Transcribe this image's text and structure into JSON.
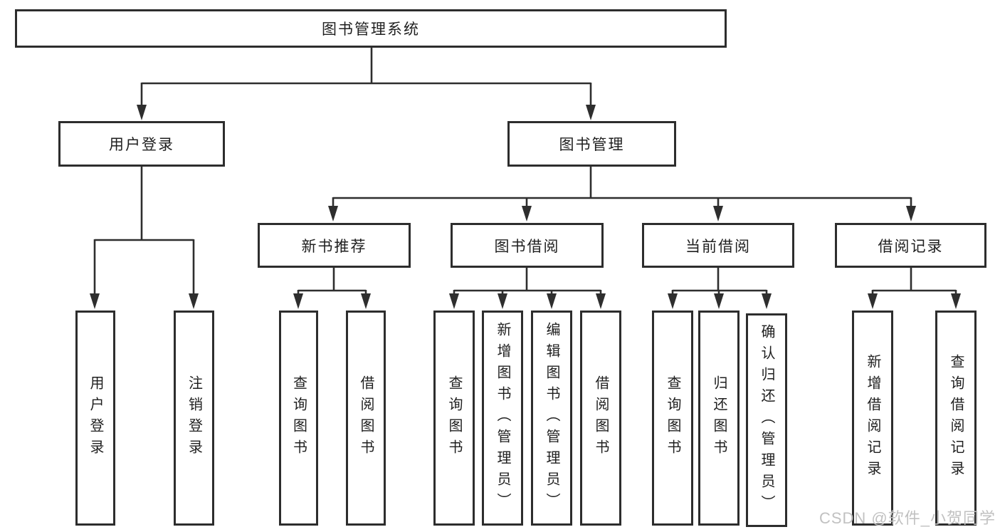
{
  "diagram_title": "图书管理系统",
  "nodes": {
    "root": {
      "label": "图书管理系统"
    },
    "user_login": {
      "label": "用户登录"
    },
    "book_mgmt": {
      "label": "图书管理"
    },
    "new_book_rec": {
      "label": "新书推荐"
    },
    "book_borrow": {
      "label": "图书借阅"
    },
    "current_borrow": {
      "label": "当前借阅"
    },
    "borrow_records": {
      "label": "借阅记录"
    },
    "leaf_user_login": {
      "label": "用户登录"
    },
    "leaf_logout": {
      "label": "注销登录"
    },
    "leaf_rec_query_book": {
      "label": "查询图书"
    },
    "leaf_rec_borrow_book": {
      "label": "借阅图书"
    },
    "leaf_bb_query_book": {
      "label": "查询图书"
    },
    "leaf_bb_add_book": {
      "label": "新增图书（管理员）"
    },
    "leaf_bb_edit_book": {
      "label": "编辑图书（管理员）"
    },
    "leaf_bb_borrow_book": {
      "label": "借阅图书"
    },
    "leaf_cb_query_book": {
      "label": "查询图书"
    },
    "leaf_cb_return_book": {
      "label": "归还图书"
    },
    "leaf_cb_confirm_return": {
      "label": "确认归还（管理员）"
    },
    "leaf_br_add_record": {
      "label": "新增借阅记录"
    },
    "leaf_br_query_record": {
      "label": "查询借阅记录"
    }
  },
  "watermark": "CSDN @软件_小贺同学",
  "colors": {
    "line": "#2e2e2e",
    "box_border": "#2d2d2d",
    "text": "#1f1f1f",
    "watermark": "#c1c1c1",
    "background": "#ffffff"
  }
}
